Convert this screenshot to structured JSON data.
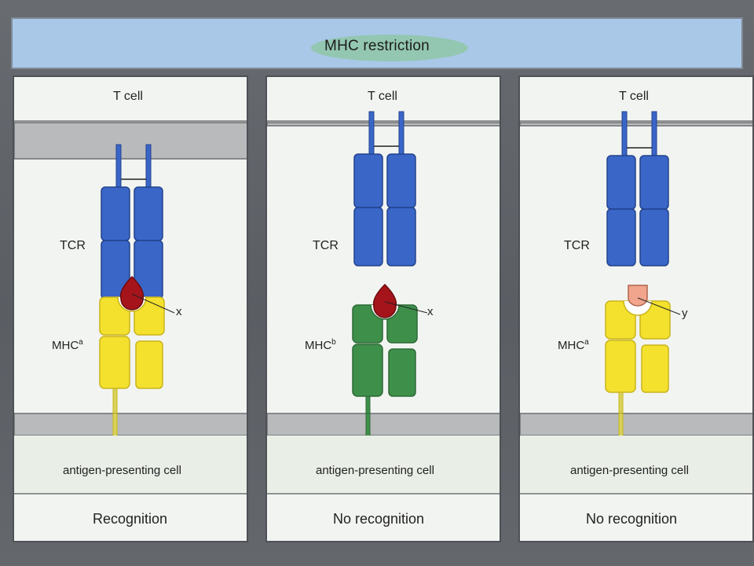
{
  "header": {
    "title": "MHC restriction"
  },
  "panels": [
    {
      "t_cell": "T cell",
      "tcr": "TCR",
      "mhc": "MHC",
      "mhc_superscript": "a",
      "peptide": "x",
      "apc": "antigen-presenting cell",
      "result": "Recognition"
    },
    {
      "t_cell": "T cell",
      "tcr": "TCR",
      "mhc": "MHC",
      "mhc_superscript": "b",
      "peptide": "x",
      "apc": "antigen-presenting cell",
      "result": "No recognition"
    },
    {
      "t_cell": "T cell",
      "tcr": "TCR",
      "mhc": "MHC",
      "mhc_superscript": "a",
      "peptide": "y",
      "apc": "antigen-presenting cell",
      "result": "No recognition"
    }
  ],
  "colors": {
    "tcr_blue": "#3a66c8",
    "mhc_a_yellow": "#f3e12e",
    "mhc_b_green": "#3e8f4a",
    "peptide_x": "#a5141a",
    "peptide_y": "#f0a58c",
    "membrane_gray": "#b9babc"
  }
}
